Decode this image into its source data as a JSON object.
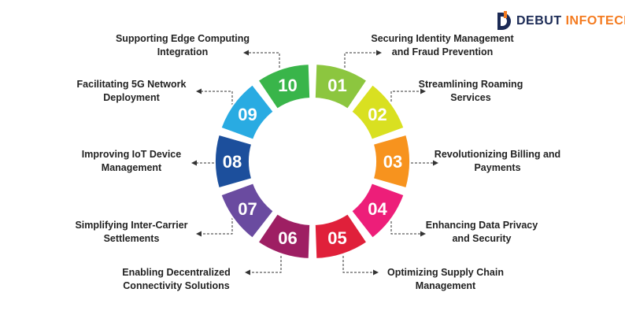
{
  "brand": {
    "name_part1": "DEBUT ",
    "name_part2": "INFOTECH",
    "colors": {
      "primary": "#1b2a55",
      "accent": "#f47b20"
    },
    "icon": "debut-infotech-logo"
  },
  "segments": [
    {
      "number": "01",
      "color": "#8cc63f",
      "label_lines": [
        "Securing Identity Management",
        "and Fraud Prevention"
      ]
    },
    {
      "number": "02",
      "color": "#d9e021",
      "label_lines": [
        "Streamlining Roaming",
        "Services"
      ]
    },
    {
      "number": "03",
      "color": "#f7931e",
      "label_lines": [
        "Revolutionizing Billing and",
        "Payments"
      ]
    },
    {
      "number": "04",
      "color": "#ed1e79",
      "label_lines": [
        "Enhancing Data Privacy",
        "and Security"
      ]
    },
    {
      "number": "05",
      "color": "#e0203a",
      "label_lines": [
        "Optimizing Supply Chain",
        "Management"
      ]
    },
    {
      "number": "06",
      "color": "#9e1f63",
      "label_lines": [
        "Enabling Decentralized",
        "Connectivity Solutions"
      ]
    },
    {
      "number": "07",
      "color": "#6a4ba0",
      "label_lines": [
        "Simplifying Inter-Carrier",
        "Settlements"
      ]
    },
    {
      "number": "08",
      "color": "#1c4f9c",
      "label_lines": [
        "Improving IoT Device",
        "Management"
      ]
    },
    {
      "number": "09",
      "color": "#29abe2",
      "label_lines": [
        "Facilitating 5G Network",
        "Deployment"
      ]
    },
    {
      "number": "10",
      "color": "#39b54a",
      "label_lines": [
        "Supporting Edge Computing",
        "Integration"
      ]
    }
  ],
  "connector_color": "#333333"
}
